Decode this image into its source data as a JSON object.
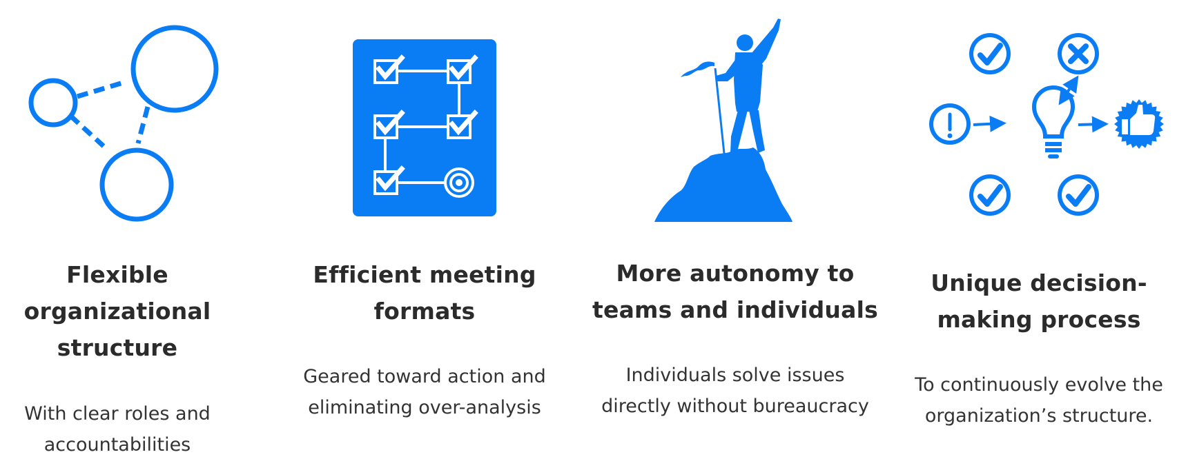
{
  "colors": {
    "accent": "#0a7cf4",
    "heading": "#2b2b2b",
    "body": "#333333",
    "background": "#ffffff"
  },
  "features": [
    {
      "icon": "connected-circles-icon",
      "title_lines": [
        "Flexible",
        "organizational",
        "structure"
      ],
      "desc_lines": [
        "With clear roles and",
        "accountabilities"
      ]
    },
    {
      "icon": "checklist-flow-icon",
      "title_lines": [
        "Efficient meeting",
        "formats"
      ],
      "desc_lines": [
        "Geared toward action and",
        "eliminating over-analysis"
      ]
    },
    {
      "icon": "summit-flag-icon",
      "title_lines": [
        "More autonomy to",
        "teams and individuals"
      ],
      "desc_lines": [
        "Individuals solve issues",
        "directly without bureaucracy"
      ]
    },
    {
      "icon": "decision-lightbulb-icon",
      "title_lines": [
        "Unique decision-",
        "making process"
      ],
      "desc_lines": [
        "To continuously evolve the",
        "organization’s structure."
      ]
    }
  ]
}
